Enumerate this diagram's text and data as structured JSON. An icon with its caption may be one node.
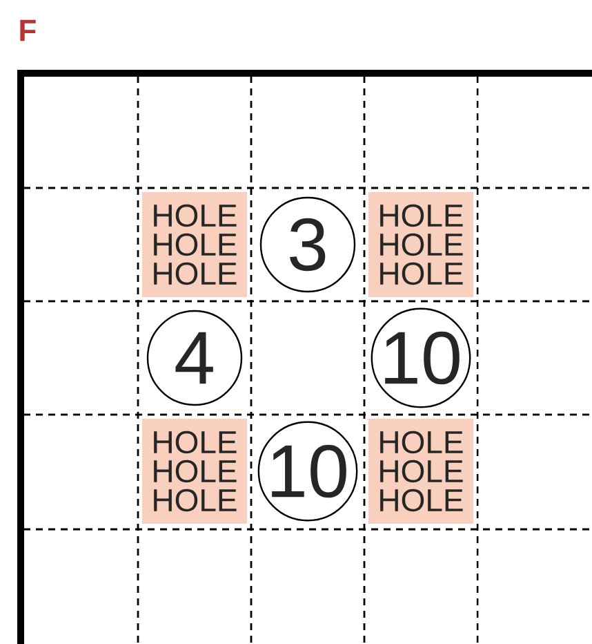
{
  "diagram": {
    "title": "F",
    "nodes": [
      {
        "text": [
          "HOLE HOLE HOLE"
        ]
      },
      {
        "text": [
          "3"
        ]
      },
      {
        "text": [
          "HOLE HOLE HOLE"
        ]
      },
      {
        "text": [
          "4"
        ]
      },
      {
        "text": [
          "10"
        ]
      },
      {
        "text": [
          "HOLE HOLE HOLE"
        ]
      },
      {
        "text": [
          "10"
        ]
      },
      {
        "text": [
          "HOLE HOLE HOLE"
        ]
      }
    ]
  }
}
